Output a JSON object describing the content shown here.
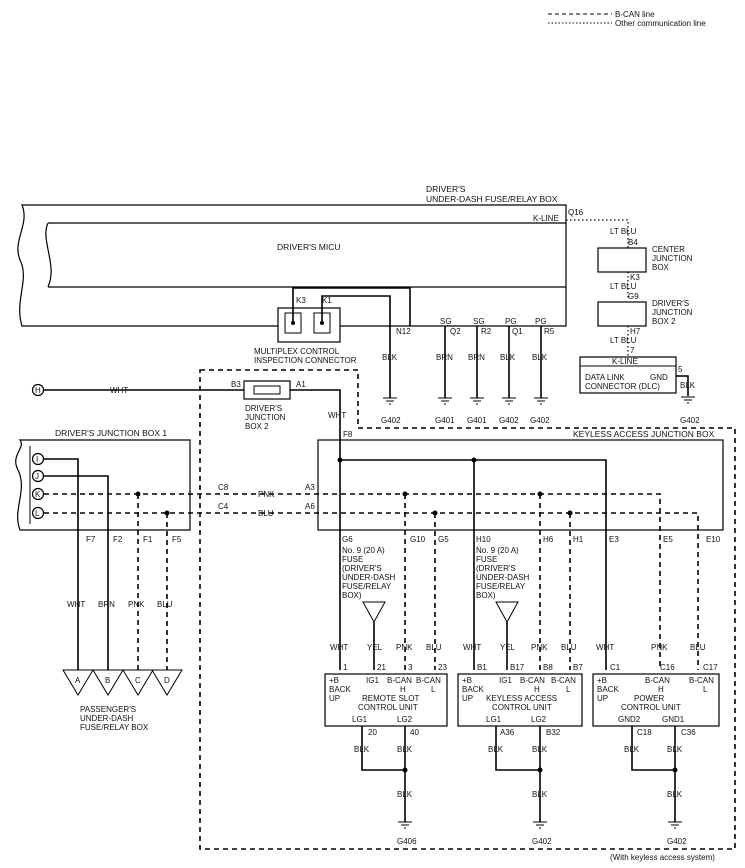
{
  "legend": {
    "bcan": "B-CAN line",
    "other": "Other communication line"
  },
  "fusebox": {
    "title1": "DRIVER'S",
    "title2": "UNDER-DASH FUSE/RELAY BOX",
    "q16": "Q16",
    "kline": "K-LINE"
  },
  "micu": {
    "title": "DRIVER'S MICU",
    "k3": "K3",
    "k1": "K1",
    "n12": "N12",
    "q2": "Q2",
    "r2": "R2",
    "q1": "Q1",
    "r5": "R5",
    "sg1": "SG",
    "sg2": "SG",
    "pg1": "PG",
    "pg2": "PG"
  },
  "mpx": {
    "line1": "MULTIPLEX CONTROL",
    "line2": "INSPECTION CONNECTOR"
  },
  "grounds": {
    "blk": "BLK",
    "brn": "BRN",
    "g401": "G401",
    "g402": "G402",
    "g406": "G406"
  },
  "right": {
    "ltblu": "LT BLU",
    "b4": "B4",
    "k3": "K3",
    "g9": "G9",
    "h7": "H7",
    "pin7": "7",
    "pin5": "5",
    "cjb1": "CENTER",
    "cjb2": "JUNCTION",
    "cjb3": "BOX",
    "djb1": "DRIVER'S",
    "djb2": "JUNCTION",
    "djb3": "BOX 2",
    "dlc_kline": "K-LINE",
    "dlc1": "DATA LINK",
    "dlc2": "CONNECTOR (DLC)",
    "gnd": "GND"
  },
  "left": {
    "h": "H",
    "i": "I",
    "j": "J",
    "k": "K",
    "l": "L",
    "wht": "WHT",
    "b3": "B3",
    "a1": "A1",
    "djb2_1": "DRIVER'S",
    "djb2_2": "JUNCTION",
    "djb2_3": "BOX 2",
    "djb1": "DRIVER'S JUNCTION BOX 1",
    "c8": "C8",
    "c4": "C4",
    "a3": "A3",
    "a6": "A6",
    "pnk": "PNK",
    "blu": "BLU",
    "f7": "F7",
    "f2": "F2",
    "f1": "F1",
    "f5": "F5",
    "w1": "WHT",
    "w2": "BRN",
    "w3": "PNK",
    "w4": "BLU",
    "ta": "A",
    "tb": "B",
    "tc": "C",
    "td": "D",
    "pd1": "PASSENGER'S",
    "pd2": "UNDER-DASH",
    "pd3": "FUSE/RELAY BOX"
  },
  "kajb": {
    "title": "KEYLESS ACCESS JUNCTION BOX",
    "f8": "F8",
    "g6": "G6",
    "g10": "G10",
    "g5": "G5",
    "h10": "H10",
    "h6": "H6",
    "h1": "H1",
    "e3": "E3",
    "e5": "E5",
    "e10": "E10"
  },
  "fuse": {
    "l1": "No. 9 (20 A)",
    "l2": "FUSE",
    "l3": "(DRIVER'S",
    "l4": "UNDER-DASH",
    "l5": "FUSE/RELAY",
    "l6": "BOX)"
  },
  "units": [
    {
      "wires": [
        "WHT",
        "YEL",
        "PNK",
        "BLU"
      ],
      "pins": [
        "1",
        "21",
        "3",
        "23"
      ],
      "p1": "+B",
      "p1b": "BACK",
      "p1c": "UP",
      "p2": "IG1",
      "p3": "B-CAN",
      "p3b": "H",
      "p4": "B-CAN",
      "p4b": "L",
      "name1": "REMOTE SLOT",
      "name2": "CONTROL UNIT",
      "g1": "LG1",
      "g2": "LG2",
      "gp1": "20",
      "gp2": "40",
      "gnd": "G406"
    },
    {
      "wires": [
        "WHT",
        "YEL",
        "PNK",
        "BLU"
      ],
      "pins": [
        "B1",
        "B17",
        "B8",
        "B7"
      ],
      "p1": "+B",
      "p1b": "BACK",
      "p1c": "UP",
      "p2": "IG1",
      "p3": "B-CAN",
      "p3b": "H",
      "p4": "B-CAN",
      "p4b": "L",
      "name1": "KEYLESS ACCESS",
      "name2": "CONTROL UNIT",
      "g1": "LG1",
      "g2": "LG2",
      "gp1": "A36",
      "gp2": "B32",
      "gnd": "G402"
    },
    {
      "wires": [
        "WHT",
        "PNK",
        "BLU"
      ],
      "pins": [
        "C1",
        "C16",
        "C17"
      ],
      "p1": "+B",
      "p1b": "BACK",
      "p1c": "UP",
      "p3": "B-CAN",
      "p3b": "H",
      "p4": "B-CAN",
      "p4b": "L",
      "name1": "POWER",
      "name2": "CONTROL UNIT",
      "g1": "GND2",
      "g2": "GND1",
      "gp1": "C18",
      "gp2": "C36",
      "gnd": "G402"
    }
  ],
  "footer": "(With keyless access system)"
}
